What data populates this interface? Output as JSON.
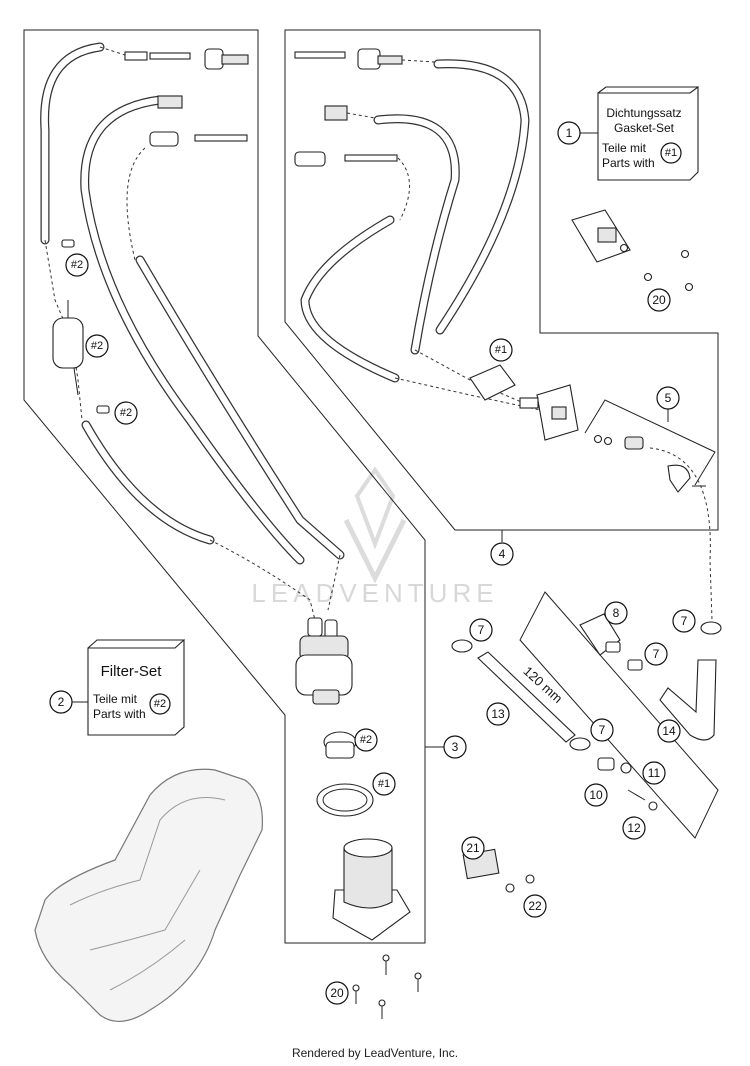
{
  "watermark": "LEADVENTURE",
  "footer": "Rendered by LeadVenture, Inc.",
  "kit_boxes": [
    {
      "callout": "1",
      "line1": "Dichtungssatz",
      "line2": "Gasket-Set",
      "line3": "Teile mit",
      "line4": "Parts with",
      "ref": "#1"
    },
    {
      "callout": "2",
      "title": "Filter-Set",
      "line3": "Teile mit",
      "line4": "Parts with",
      "ref": "#2"
    }
  ],
  "dimension_label": "120 mm",
  "callouts": [
    "1",
    "2",
    "3",
    "4",
    "5",
    "7",
    "7",
    "7",
    "7",
    "8",
    "10",
    "11",
    "12",
    "13",
    "14",
    "20",
    "20",
    "21",
    "22"
  ],
  "references": [
    "#1",
    "#1",
    "#2",
    "#2",
    "#2",
    "#2"
  ]
}
